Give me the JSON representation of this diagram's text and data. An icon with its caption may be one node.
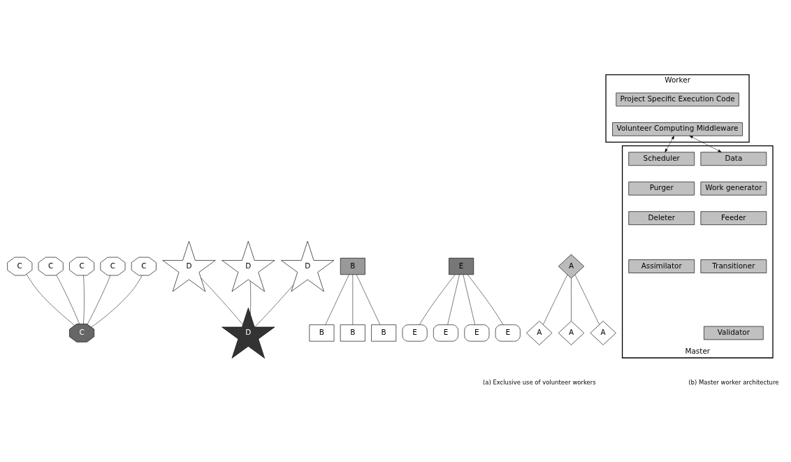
{
  "diagram": {
    "nodes": [
      {
        "text": [
          "C"
        ]
      },
      {
        "text": [
          "C"
        ]
      },
      {
        "text": [
          "C"
        ]
      },
      {
        "text": [
          "C"
        ]
      },
      {
        "text": [
          "C"
        ]
      },
      {
        "text": [
          "C"
        ]
      },
      {
        "text": [
          "D"
        ]
      },
      {
        "text": [
          "D"
        ]
      },
      {
        "text": [
          "D"
        ]
      },
      {
        "text": [
          "D"
        ]
      },
      {
        "text": [
          "B"
        ]
      },
      {
        "text": [
          "B"
        ]
      },
      {
        "text": [
          "B"
        ]
      },
      {
        "text": [
          "B"
        ]
      },
      {
        "text": [
          "E"
        ]
      },
      {
        "text": [
          "E"
        ]
      },
      {
        "text": [
          "E"
        ]
      },
      {
        "text": [
          "E"
        ]
      },
      {
        "text": [
          "E"
        ]
      },
      {
        "text": [
          "A"
        ]
      },
      {
        "text": [
          "A"
        ]
      },
      {
        "text": [
          "A"
        ]
      },
      {
        "text": [
          "A"
        ]
      },
      {
        "text": [
          "Worker"
        ]
      },
      {
        "text": [
          "Project Specific Execution Code"
        ],
        "in": 23
      },
      {
        "text": [
          "Volunteer Computing Middleware"
        ],
        "in": 23
      },
      {
        "text": [
          "Master"
        ]
      },
      {
        "text": [
          "Data"
        ],
        "in": 26
      },
      {
        "text": [
          "Scheduler"
        ],
        "in": 26
      },
      {
        "text": [
          "Work generator"
        ],
        "in": 26
      },
      {
        "text": [
          "Purger"
        ],
        "in": 26
      },
      {
        "text": [
          "Feeder"
        ],
        "in": 26
      },
      {
        "text": [
          "Deleter"
        ],
        "in": 26
      },
      {
        "text": [
          "Transitioner"
        ],
        "in": 26
      },
      {
        "text": [
          "Assimilator"
        ],
        "in": 26
      },
      {
        "text": [
          "Validator"
        ],
        "in": 26
      }
    ],
    "edges": [
      {
        "from": 5,
        "to": 0,
        "arrow": "none"
      },
      {
        "from": 5,
        "to": 1,
        "arrow": "none"
      },
      {
        "from": 5,
        "to": 2,
        "arrow": "none"
      },
      {
        "from": 5,
        "to": 3,
        "arrow": "none"
      },
      {
        "from": 5,
        "to": 4,
        "arrow": "none"
      },
      {
        "from": 9,
        "to": 6,
        "arrow": "none"
      },
      {
        "from": 9,
        "to": 7,
        "arrow": "none"
      },
      {
        "from": 9,
        "to": 8,
        "arrow": "none"
      },
      {
        "from": 10,
        "to": 11,
        "arrow": "none"
      },
      {
        "from": 10,
        "to": 12,
        "arrow": "none"
      },
      {
        "from": 10,
        "to": 13,
        "arrow": "none"
      },
      {
        "from": 14,
        "to": 15,
        "arrow": "none"
      },
      {
        "from": 14,
        "to": 16,
        "arrow": "none"
      },
      {
        "from": 14,
        "to": 17,
        "arrow": "none"
      },
      {
        "from": 14,
        "to": 18,
        "arrow": "none"
      },
      {
        "from": 19,
        "to": 20,
        "arrow": "none"
      },
      {
        "from": 19,
        "to": 21,
        "arrow": "none"
      },
      {
        "from": 19,
        "to": 22,
        "arrow": "none"
      },
      {
        "from": 25,
        "to": 27,
        "arrow": "both"
      },
      {
        "from": 25,
        "to": 28,
        "arrow": "both"
      }
    ],
    "labels": [
      "(a) Exclusive use of volunteer workers",
      "(b) Master worker architecture"
    ]
  }
}
